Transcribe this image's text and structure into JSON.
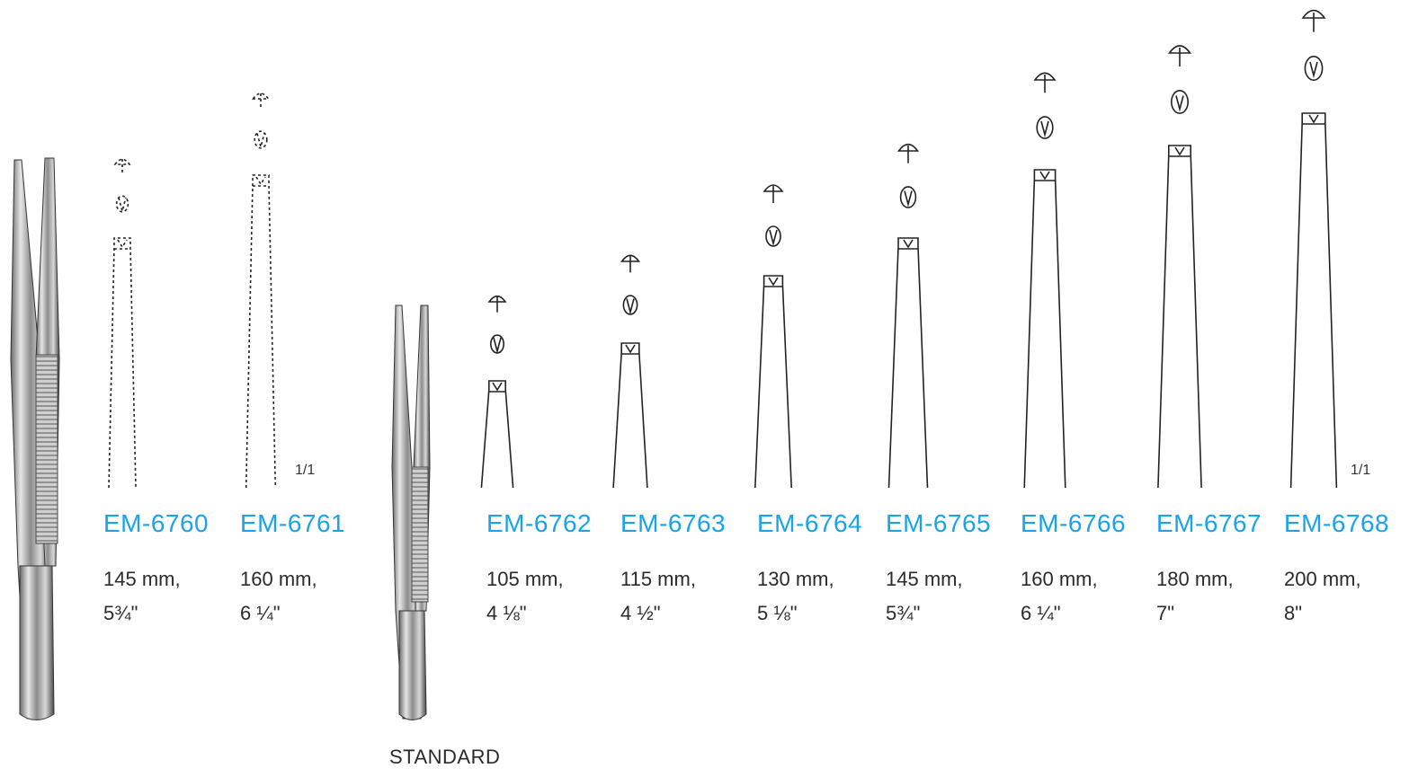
{
  "accent_color": "#1aa3e8",
  "scale_label": "1/1",
  "caption": "STANDARD",
  "products": [
    {
      "code": "EM-6760",
      "length": "145 mm,",
      "inch": "5¾\""
    },
    {
      "code": "EM-6761",
      "length": "160 mm,",
      "inch": "6 ¼\""
    },
    {
      "code": "EM-6762",
      "length": "105 mm,",
      "inch": "4 ⅛\""
    },
    {
      "code": "EM-6763",
      "length": "115 mm,",
      "inch": "4 ½\""
    },
    {
      "code": "EM-6764",
      "length": "130 mm,",
      "inch": "5 ⅛\""
    },
    {
      "code": "EM-6765",
      "length": "145 mm,",
      "inch": "5¾\""
    },
    {
      "code": "EM-6766",
      "length": "160 mm,",
      "inch": "6 ¼\""
    },
    {
      "code": "EM-6767",
      "length": "180 mm,",
      "inch": "7\""
    },
    {
      "code": "EM-6768",
      "length": "200 mm,",
      "inch": "8\""
    }
  ]
}
